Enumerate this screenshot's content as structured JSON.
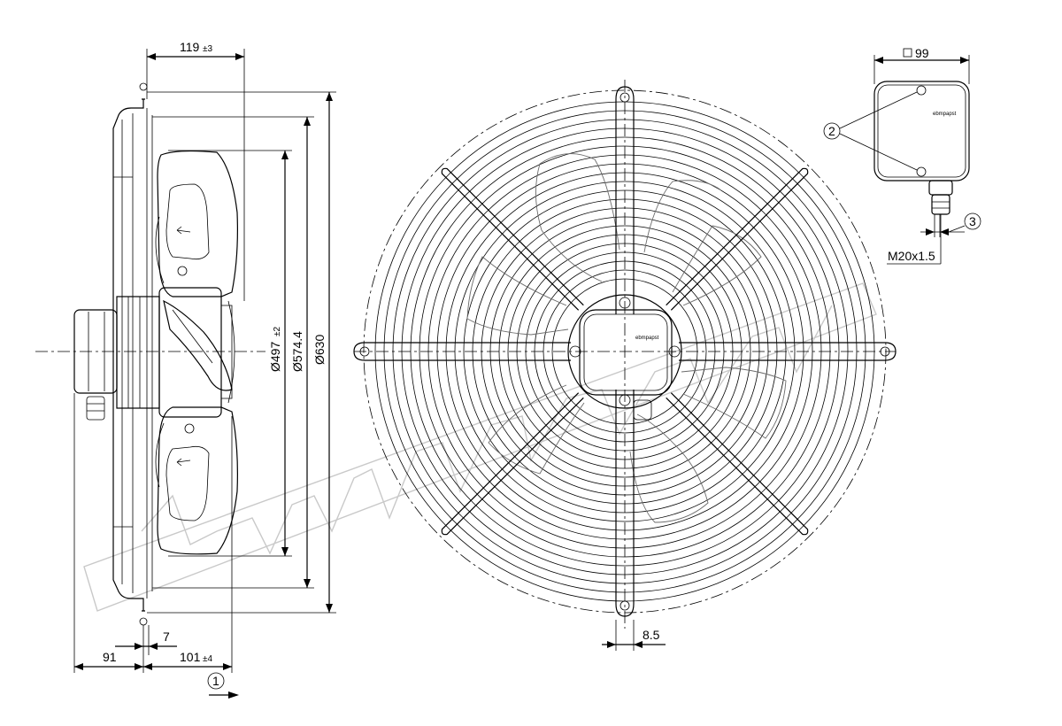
{
  "drawing": {
    "dimensions": {
      "depth_119": "119",
      "depth_119_tol": "±3",
      "dia_497": "Ø497",
      "dia_497_tol": "±2",
      "dia_574": "Ø574.4",
      "dia_630": "Ø630",
      "dim_7": "7",
      "dim_91": "91",
      "dim_101": "101",
      "dim_101_tol": "±4",
      "grille_8_5": "8.5",
      "box_99": "99",
      "thread": "M20x1.5"
    },
    "callouts": {
      "c1": "1",
      "c2": "2",
      "c3": "3"
    },
    "brand_label": "ebmpapst"
  }
}
